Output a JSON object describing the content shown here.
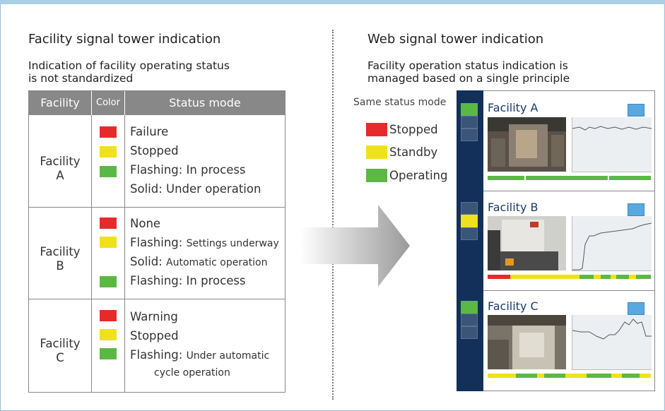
{
  "left": {
    "title": "Facility signal tower indication",
    "subtitle_line1": "Indication of facility operating status",
    "subtitle_line2": "is not standardized",
    "table": {
      "headers": [
        "Facility",
        "Color",
        "Status mode"
      ],
      "rows": [
        {
          "facility_line1": "Facility",
          "facility_line2": "A",
          "colors": [
            "#e62a2a",
            "#efe21a",
            "#5cb845"
          ],
          "status": [
            "Failure",
            "Stopped",
            "Flashing: In process",
            "Solid: Under operation"
          ]
        },
        {
          "facility_line1": "Facility",
          "facility_line2": "B",
          "colors": [
            "#e62a2a",
            "#efe21a",
            "#5cb845"
          ],
          "status_1": "None",
          "status_2_prefix": "Flashing: ",
          "status_2_detail": "Settings underway",
          "status_3_prefix": "Solid: ",
          "status_3_detail": "Automatic operation",
          "status_4": "Flashing: In process"
        },
        {
          "facility_line1": "Facility",
          "facility_line2": "C",
          "colors": [
            "#e62a2a",
            "#efe21a",
            "#5cb845"
          ],
          "status_1": "Warning",
          "status_2": "Stopped",
          "status_3_prefix": "Flashing: ",
          "status_3_detail": "Under automatic",
          "status_4": "cycle operation"
        }
      ]
    }
  },
  "right": {
    "title": "Web signal tower indication",
    "subtitle_line1": "Facility operation status indication is",
    "subtitle_line2": "managed based on a single principle",
    "legend": {
      "title": "Same status mode",
      "items": [
        {
          "label": "Stopped",
          "color": "#e62a2a"
        },
        {
          "label": "Standby",
          "color": "#efe21a"
        },
        {
          "label": "Operating",
          "color": "#5cb845"
        }
      ]
    },
    "facilities": [
      {
        "name": "Facility A",
        "active_lamp": "green"
      },
      {
        "name": "Facility B",
        "active_lamp": "yellow"
      },
      {
        "name": "Facility C",
        "active_lamp": "green"
      }
    ]
  },
  "colors": {
    "red": "#e62a2a",
    "yellow": "#efe21a",
    "green": "#5cb845",
    "panel_navy": "#13305a",
    "table_header": "#888888"
  }
}
